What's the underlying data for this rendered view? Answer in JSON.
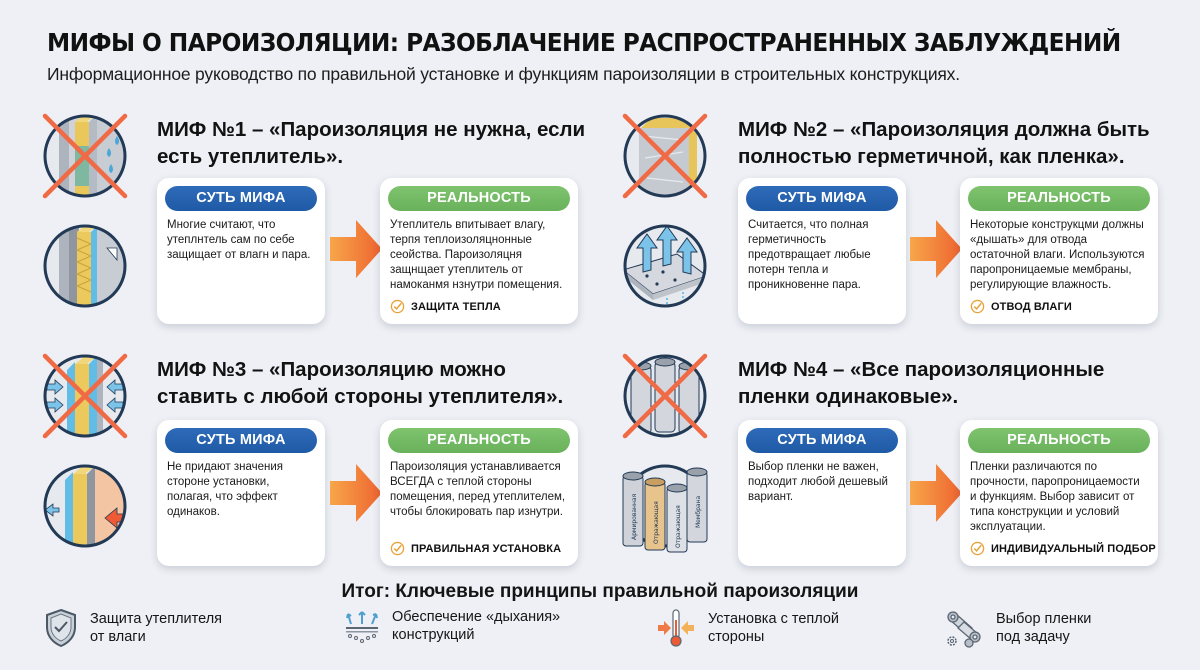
{
  "header": {
    "title": "МИФЫ О ПАРОИЗОЛЯЦИИ: РАЗОБЛАЧЕНИЕ РАСПРОСТРАНЕННЫХ ЗАБЛУЖДЕНИЙ",
    "subtitle": "Информационное руководство по правильной установке и функциям пароизоляции в строительных конструкциях."
  },
  "labels": {
    "myth_pill": "СУТЬ МИФА",
    "reality_pill": "РЕАЛЬНОСТЬ"
  },
  "colors": {
    "background": "#eef0f5",
    "myth_pill": "#2462ad",
    "reality_pill": "#74ba64",
    "arrow": "#f07a3a",
    "cross": "#ef6a45",
    "check": "#e8a23a",
    "icon_ring": "#233a56"
  },
  "myths": [
    {
      "heading": "МИФ №1 – «Пароизоляция не нужна, если есть утеплитель».",
      "myth_text": "Многие считают, что утеплнтель сам по себе защищает от влагн и пара.",
      "reality_text": "Утеплитель впитывает влагу, терпя теплоизоляцнонные сеойства. Пароизоляцня защнщает утеплитель от намоканмя нзнутри помещения.",
      "tag": "ЗАЩИТА ТЕПЛА",
      "icon_top": "wet-insulation-crossed-icon",
      "icon_bottom": "insulation-with-vapor-barrier-icon"
    },
    {
      "heading": "МИФ №2 – «Пароизоляция должна быть полностью герметичной, как пленка».",
      "myth_text": "Считается, что полная герметичность предотвращает любые потерн тепла и проникновенне пара.",
      "reality_text": "Некоторые конструкцми должны «дышать» для отвода остаточной влаги. Используются паропроницаемые мембраны, регулирующие влажность.",
      "tag": "ОТВОД ВЛАГИ",
      "icon_top": "sealed-film-crossed-icon",
      "icon_bottom": "breathable-membrane-icon"
    },
    {
      "heading": "МИФ №3 – «Пароизоляцию можно ставить с любой стороны утеплителя».",
      "myth_text": "Не придают значения стороне установки, полагая, что эффект одинаков.",
      "reality_text": "Пароизоляция устанавливается ВСЕГДА с теплой стороны помещения, перед утеплителем, чтобы блокировать пар изнутри.",
      "tag": "ПРАВИЛЬНАЯ УСТАНОВКА",
      "icon_top": "both-sides-crossed-icon",
      "icon_bottom": "warm-side-install-icon"
    },
    {
      "heading": "МИФ №4 – «Все пароизоляционные пленки одинаковые».",
      "myth_text": "Выбор пленки не важен, подходит любой дешевый вариант.",
      "reality_text": "Пленки различаются по прочности, паропроницаемости и функциям. Выбор зависит от типа конструкции и условий эксплуатации.",
      "tag": "ИНДИВИДУАЛЬНЫЙ ПОДБОР",
      "icon_top": "identical-rolls-crossed-icon",
      "icon_bottom": "different-rolls-icon",
      "roll_labels": [
        "Армированная",
        "Отражающая",
        "Отражающая",
        "Мембрана"
      ]
    }
  ],
  "summary": {
    "title": "Итог: Ключевые принципы правильной пароизоляции",
    "items": [
      {
        "text1": "Защита утеплителя",
        "text2": "от влаги",
        "icon": "shield-check-icon"
      },
      {
        "text1": "Обеспечение «дыхания»",
        "text2": "конструкций",
        "icon": "breathing-membrane-icon"
      },
      {
        "text1": "Установка с теплой",
        "text2": "стороны",
        "icon": "thermometer-icon"
      },
      {
        "text1": "Выбор пленки",
        "text2": "под задачу",
        "icon": "film-rolls-gear-icon"
      }
    ]
  }
}
